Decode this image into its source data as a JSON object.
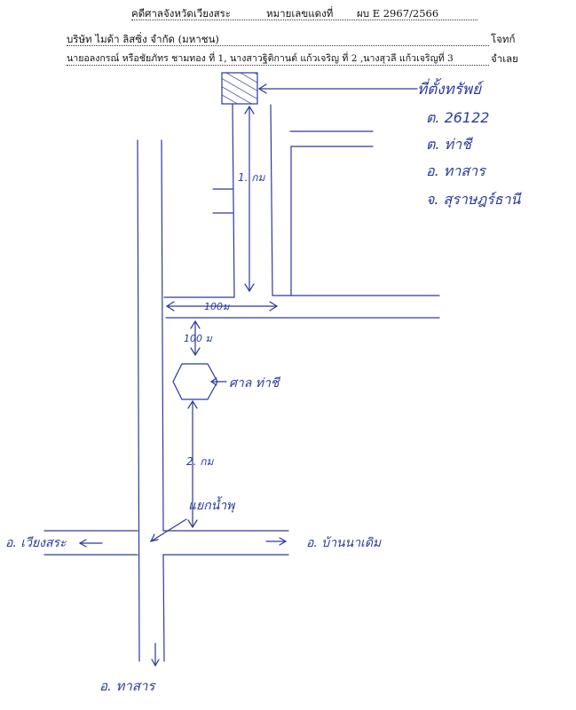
{
  "header": {
    "case_label": "คดีศาลจังหวัดเวียงสระ",
    "case_number_label": "หมายเลขแดงที่",
    "case_number": "ผบ E 2967/2566",
    "plaintiff": "บริษัท ไมด้า ลิสซิ่ง จำกัด (มหาชน)",
    "plaintiff_role": "โจทก์",
    "defendants": "นายอลงกรณ์ หรือชัยภัทร ชามทอง ที่ 1, นางสาวฐิติกานต์ แก้วเจริญ ที่ 2 ,นางสุวลี แก้วเจริญที่ 3",
    "defendant_role": "จำเลย"
  },
  "annotations": {
    "property_label": "ที่ตั้งทรัพย์",
    "address_lines": [
      "ต. 26122",
      "ต. ท่าชี",
      "อ. ทาสาร",
      "จ. สุราษฎร์ธานี"
    ],
    "dist_1km": "1. กม",
    "dist_100m_h": "100ม",
    "dist_100m_v": "100 ม",
    "landmark": "ศาล ท่าชี",
    "dist_2km": "2. กม",
    "junction": "แยกน้ำพุ",
    "dir_left": "อ. เวียงสระ",
    "dir_right": "อ. บ้านนาเดิม",
    "dir_down": "อ. ทาสาร"
  },
  "colors": {
    "ink": "#2a3a9a"
  }
}
